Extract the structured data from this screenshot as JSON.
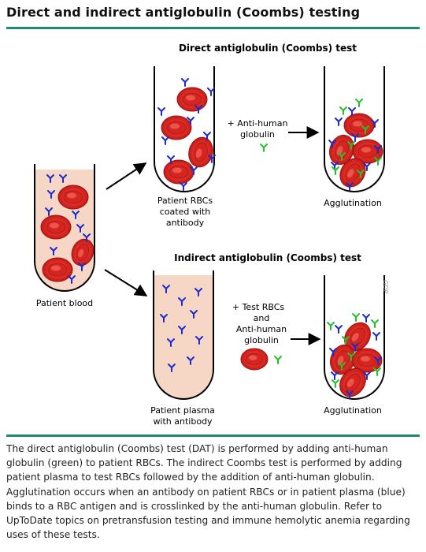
{
  "title": "Direct and indirect antiglobulin (Coombs) testing",
  "figure": {
    "direct_heading": "Direct antiglobulin (Coombs) test",
    "indirect_heading": "Indirect antiglobulin (Coombs) test",
    "patient_blood_label": "Patient blood",
    "coated_rbc_label": [
      "Patient RBCs",
      "coated with",
      "antibody"
    ],
    "direct_reagent_label": [
      "+ Anti-human",
      "globulin"
    ],
    "direct_result_label": "Agglutination",
    "plasma_label": [
      "Patient plasma",
      "with antibody"
    ],
    "indirect_reagent_label": [
      "+ Test RBCs",
      "and",
      "Anti-human",
      "globulin"
    ],
    "indirect_result_label": "Agglutination",
    "signature": "GDP",
    "colors": {
      "blood_fill": "#f6d6c4",
      "rbc_red": "#e0302a",
      "antibody_blue": "#1a2bd0",
      "antiglobulin_green": "#22c22a",
      "rule_green": "#1f8a63"
    }
  },
  "caption": "The direct antiglobulin (Coombs) test (DAT) is performed by adding anti-human globulin (green) to patient RBCs. The indirect Coombs test is performed by adding patient plasma to test RBCs followed by the addition of anti-human globulin. Agglutination occurs when an antibody on patient RBCs or in patient plasma (blue) binds to a RBC antigen and is crosslinked by the anti-human globulin. Refer to UpToDate topics on pretransfusion testing and immune hemolytic anemia regarding uses of these tests."
}
